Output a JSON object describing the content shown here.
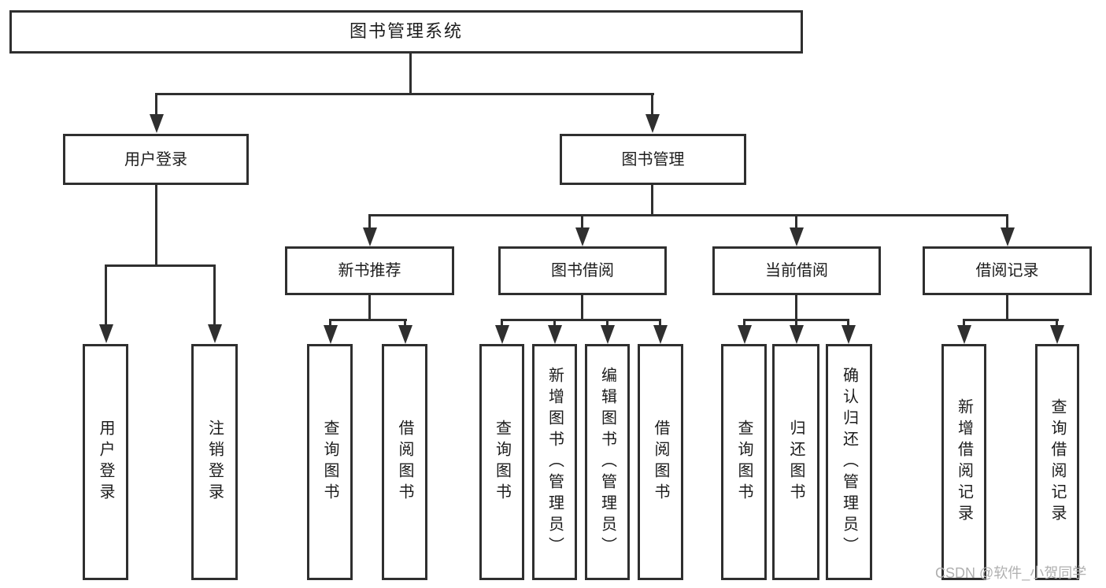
{
  "diagram": {
    "root": {
      "label": "图书管理系统"
    },
    "branches": [
      {
        "label": "用户登录",
        "children": [
          {
            "label": "用户登录"
          },
          {
            "label": "注销登录"
          }
        ]
      },
      {
        "label": "图书管理",
        "children": [
          {
            "label": "新书推荐",
            "children": [
              {
                "label": "查询图书"
              },
              {
                "label": "借阅图书"
              }
            ]
          },
          {
            "label": "图书借阅",
            "children": [
              {
                "label": "查询图书"
              },
              {
                "label": "新增图书（管理员）"
              },
              {
                "label": "编辑图书（管理员）"
              },
              {
                "label": "借阅图书"
              }
            ]
          },
          {
            "label": "当前借阅",
            "children": [
              {
                "label": "查询图书"
              },
              {
                "label": "归还图书"
              },
              {
                "label": "确认归还（管理员）"
              }
            ]
          },
          {
            "label": "借阅记录",
            "children": [
              {
                "label": "新增借阅记录"
              },
              {
                "label": "查询借阅记录"
              }
            ]
          }
        ]
      }
    ]
  },
  "watermark": {
    "text": "CSDN @软件_小贺同学"
  },
  "colors": {
    "line": "#2f2f2f",
    "box_border": "#2f2f2f",
    "box_fill": "#ffffff",
    "text": "#1c1c1c",
    "watermark": "#b0b0b0",
    "background": "#ffffff"
  }
}
